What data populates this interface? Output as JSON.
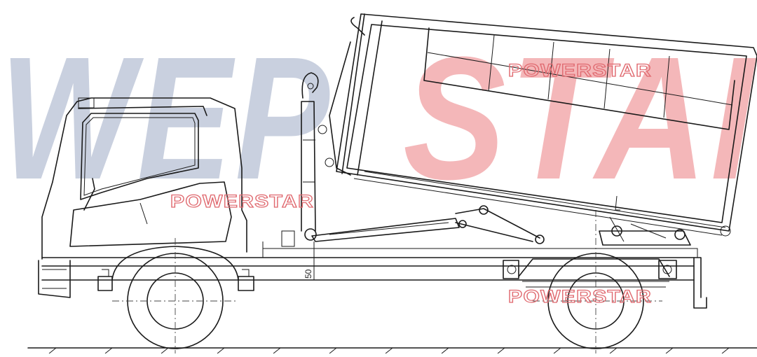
{
  "watermark": {
    "part1": "WEP",
    "part2": "STAI",
    "color1": "#c9d0df",
    "color2": "#f4b7b9"
  },
  "labels": [
    {
      "text": "POWERSTAR"
    },
    {
      "text": "POWERSTAR"
    },
    {
      "text": "POWERSTAR"
    }
  ],
  "label_color": "#e06a70",
  "dimension": {
    "value": "50"
  }
}
